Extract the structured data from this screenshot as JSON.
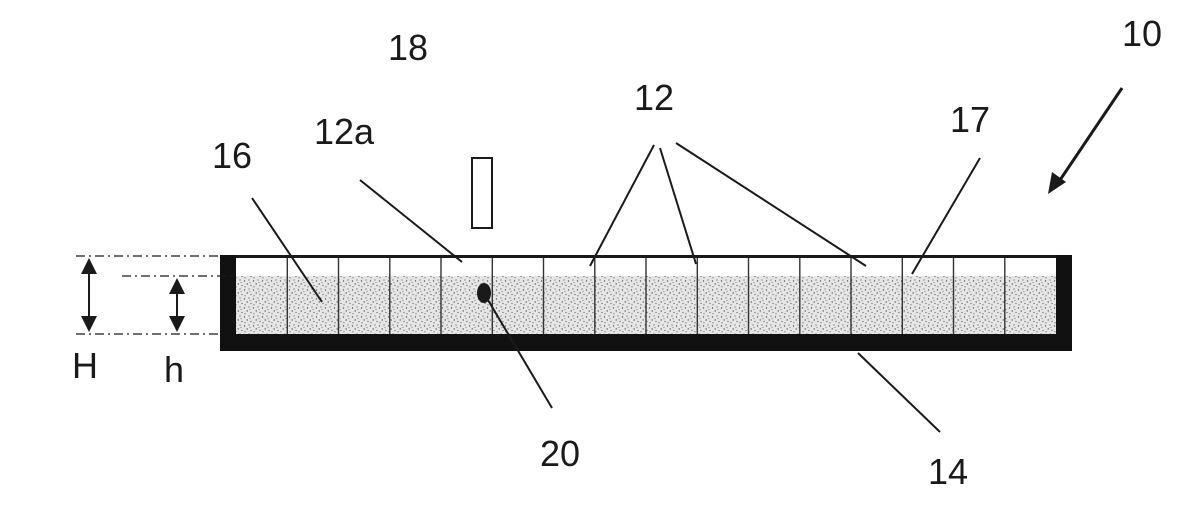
{
  "labels": {
    "device": "10",
    "cells_group": "12",
    "cell_a": "12a",
    "container": "14",
    "medium": "16",
    "surface": "17",
    "probe": "18",
    "particle": "20",
    "height_total": "H",
    "height_fill": "h"
  },
  "tray": {
    "cell_count": 16
  },
  "colors": {
    "ink": "#1a1a1a",
    "wall": "#111111",
    "fill": "#e6e6e6",
    "speckle": "#5a5a5a"
  }
}
